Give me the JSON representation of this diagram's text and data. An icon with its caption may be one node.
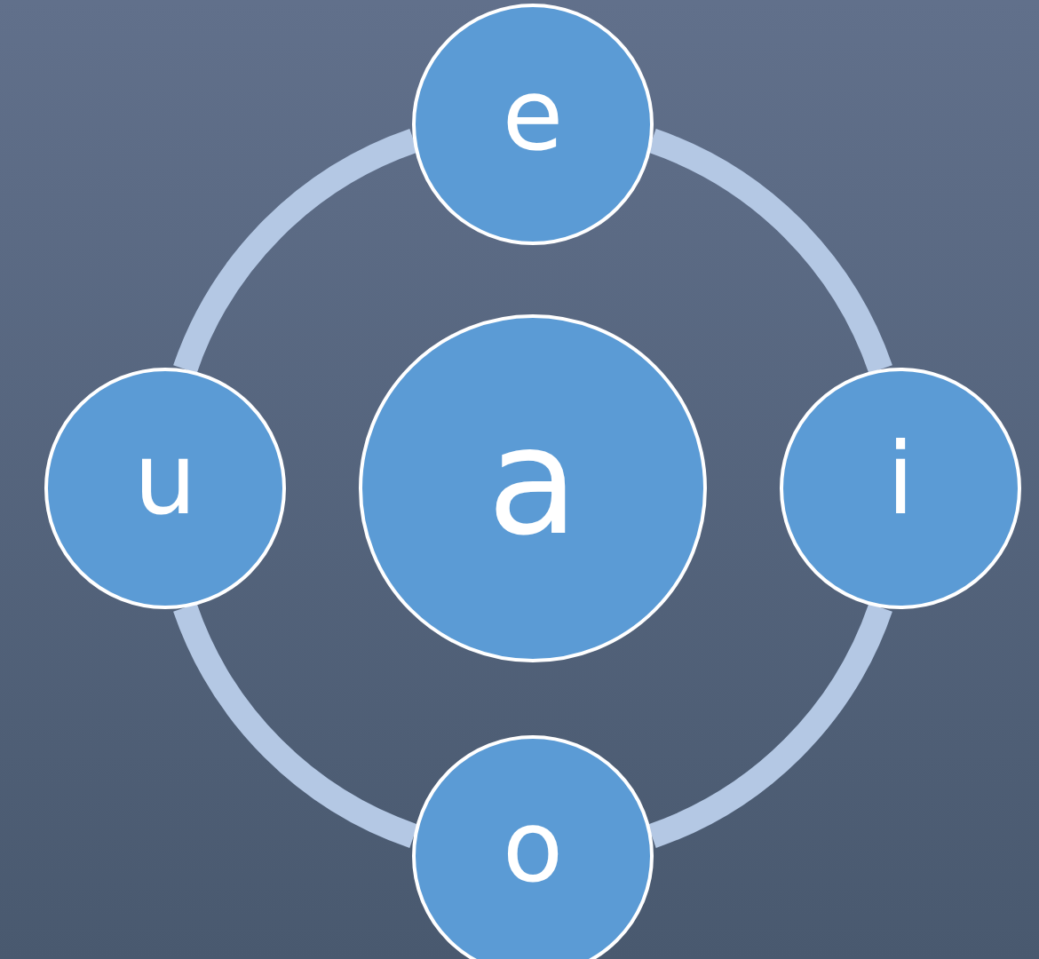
{
  "diagram": {
    "nodes": [
      {
        "text": [
          "e"
        ]
      },
      {
        "text": [
          "u"
        ]
      },
      {
        "text": [
          "a"
        ]
      },
      {
        "text": [
          "i"
        ]
      },
      {
        "text": [
          "o"
        ]
      }
    ],
    "edges": [
      {
        "from": 0,
        "to": 3,
        "arrow": "none"
      },
      {
        "from": 3,
        "to": 4,
        "arrow": "none"
      },
      {
        "from": 4,
        "to": 1,
        "arrow": "none"
      },
      {
        "from": 1,
        "to": 0,
        "arrow": "none"
      }
    ]
  }
}
